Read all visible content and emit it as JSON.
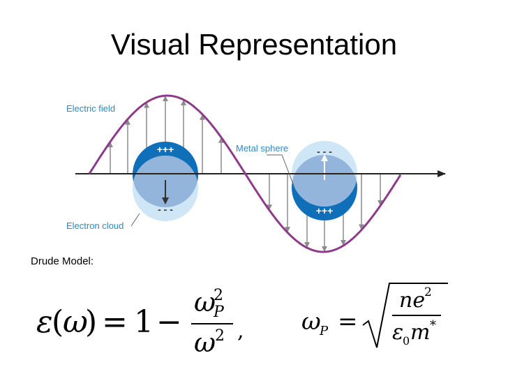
{
  "title": "Visual Representation",
  "diagram": {
    "labels": {
      "electric_field": "Electric field",
      "metal_sphere": "Metal sphere",
      "electron_cloud": "Electron cloud",
      "left_sphere_top_charge": "+++",
      "left_sphere_bottom_charge": "- - -",
      "right_sphere_top_charge": "- - -",
      "right_sphere_bottom_charge": "+++"
    },
    "colors": {
      "wave": "#8e3a8a",
      "label": "#2a8bc9",
      "sphere_dark": "#0f6fb8",
      "sphere_light": "#cfe6f7",
      "cloud": "#93b4db",
      "arrow": "#8a8a8a"
    }
  },
  "model_label": "Drude Model:",
  "formulas": {
    "permittivity": "ε(ω) = 1 − ω_P² / ω²,",
    "plasma_frequency": "ω_P = √( n e² / (ε₀ m*) )"
  }
}
